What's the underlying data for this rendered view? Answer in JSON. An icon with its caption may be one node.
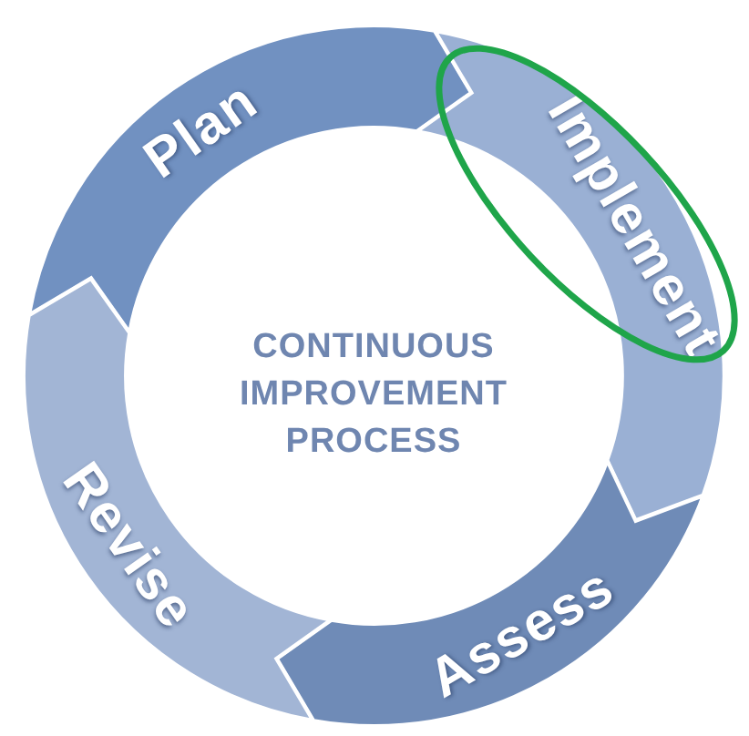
{
  "diagram": {
    "nodes": [
      {
        "text": [
          "Plan"
        ]
      },
      {
        "text": [
          "Implement"
        ]
      },
      {
        "text": [
          "Assess"
        ]
      },
      {
        "text": [
          "Revise"
        ]
      }
    ],
    "labels": [
      "CONTINUOUS IMPROVEMENT PROCESS"
    ]
  }
}
